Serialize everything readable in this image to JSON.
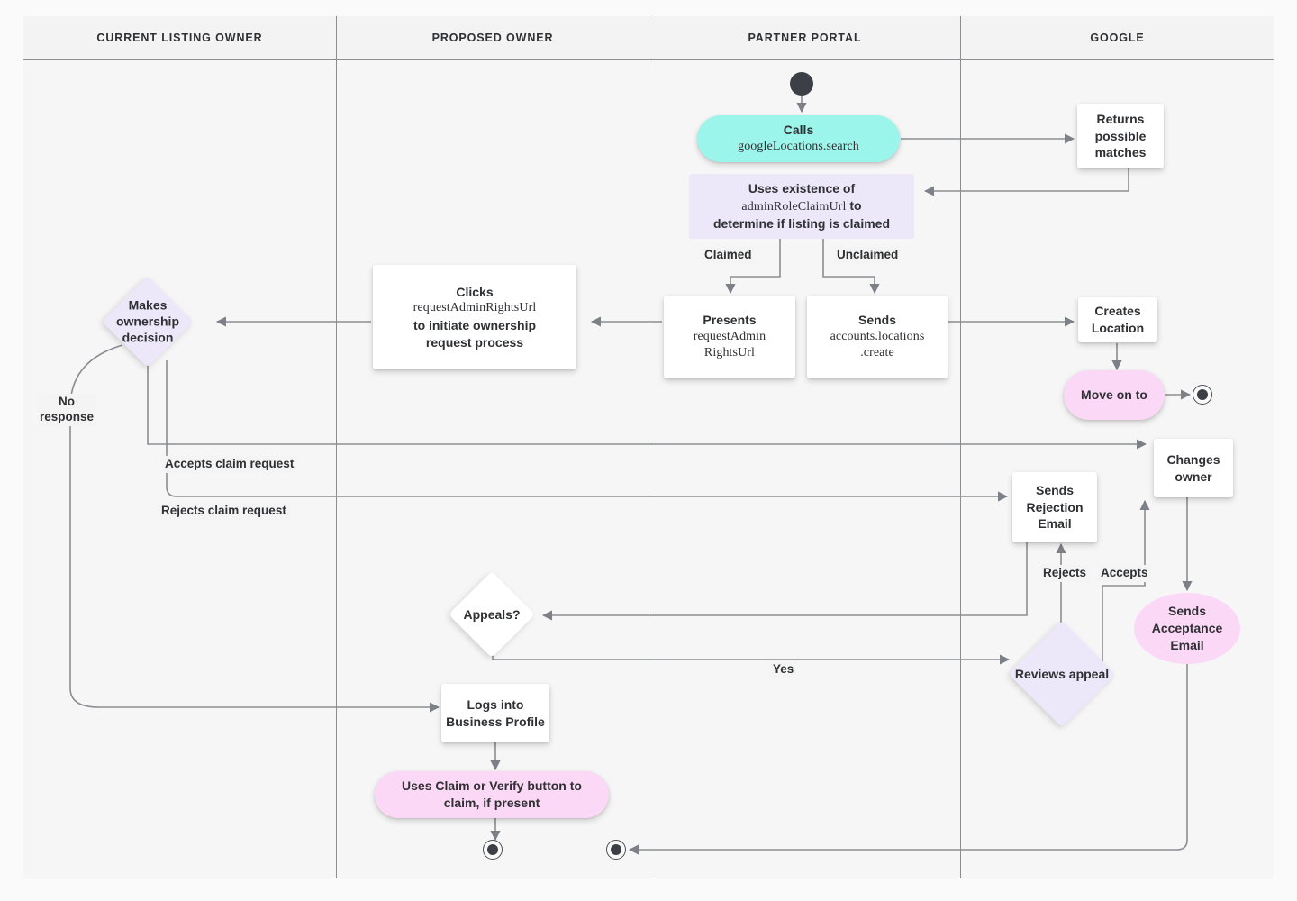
{
  "diagram": {
    "title": "Google Business Profile listing ownership transfer flow",
    "type": "swimlane-flowchart",
    "colors": {
      "lane_header_bg": "#f3f3f3",
      "lane_bg": "#f6f6f6",
      "frame_border": "#8b8d91",
      "edge_stroke": "#8b8d91",
      "text": "#2f3033",
      "cyan_node": "#9cf5ea",
      "pink_node": "#fcd8f7",
      "purple_node": "#ece8fa",
      "white_node": "#ffffff"
    },
    "lanes": [
      {
        "id": "current-listing-owner",
        "label": "CURRENT LISTING OWNER"
      },
      {
        "id": "proposed-owner",
        "label": "PROPOSED OWNER"
      },
      {
        "id": "partner-portal",
        "label": "PARTNER PORTAL"
      },
      {
        "id": "google",
        "label": "GOOGLE"
      }
    ],
    "nodes": {
      "start": {
        "shape": "start-dot",
        "lane": "partner-portal"
      },
      "calls_search": {
        "shape": "pill",
        "color": "cyan",
        "lane": "partner-portal",
        "line1": "Calls",
        "line2": "googleLocations.search"
      },
      "returns_matches": {
        "shape": "box",
        "lane": "google",
        "text": "Returns possible matches"
      },
      "uses_existence": {
        "shape": "rect",
        "color": "purple",
        "lane": "partner-portal",
        "line1": "Uses existence of",
        "line2_mono": "adminRoleClaimUrl",
        "line2_tail": " to",
        "line3": "determine if listing is claimed"
      },
      "presents_url": {
        "shape": "box",
        "lane": "partner-portal",
        "line1": "Presents",
        "line2": "requestAdmin",
        "line3": "RightsUrl"
      },
      "sends_create": {
        "shape": "box",
        "lane": "partner-portal",
        "line1": "Sends",
        "line2": "accounts.locations",
        "line3": ".create"
      },
      "creates_location": {
        "shape": "box",
        "lane": "google",
        "text": "Creates Location"
      },
      "move_on_to": {
        "shape": "pill",
        "color": "pink",
        "lane": "google",
        "text": "Move on to"
      },
      "end_google": {
        "shape": "end-dot",
        "lane": "google"
      },
      "clicks_request": {
        "shape": "box",
        "lane": "proposed-owner",
        "line1": "Clicks",
        "line2_mono": "requestAdminRightsUrl",
        "line3": "to initiate ownership",
        "line4": "request process"
      },
      "makes_decision": {
        "shape": "diamond",
        "color": "purple",
        "lane": "current-listing-owner",
        "text": "Makes ownership decision"
      },
      "changes_owner": {
        "shape": "box",
        "lane": "google",
        "text": "Changes owner"
      },
      "sends_rejection": {
        "shape": "box",
        "lane": "google",
        "text": "Sends Rejection Email"
      },
      "sends_acceptance": {
        "shape": "ellipse",
        "color": "pink",
        "lane": "google",
        "text": "Sends Acceptance Email"
      },
      "appeals": {
        "shape": "diamond",
        "color": "white",
        "lane": "proposed-owner",
        "text": "Appeals?"
      },
      "reviews_appeal": {
        "shape": "diamond",
        "color": "purple",
        "lane": "google",
        "text": "Reviews appeal"
      },
      "logs_into": {
        "shape": "box",
        "lane": "proposed-owner",
        "text": "Logs into Business Profile"
      },
      "uses_claim_verify": {
        "shape": "pill",
        "color": "pink",
        "lane": "proposed-owner",
        "line1": "Uses Claim or Verify button to",
        "line2": "claim, if present"
      },
      "end_proposed": {
        "shape": "end-dot",
        "lane": "proposed-owner"
      },
      "end_partner": {
        "shape": "end-dot",
        "lane": "partner-portal"
      }
    },
    "edge_labels": {
      "claimed": "Claimed",
      "unclaimed": "Unclaimed",
      "no_response_l1": "No",
      "no_response_l2": "response",
      "accepts_claim": "Accepts claim request",
      "rejects_claim": "Rejects claim request",
      "rejects": "Rejects",
      "accepts": "Accepts",
      "yes": "Yes"
    }
  }
}
